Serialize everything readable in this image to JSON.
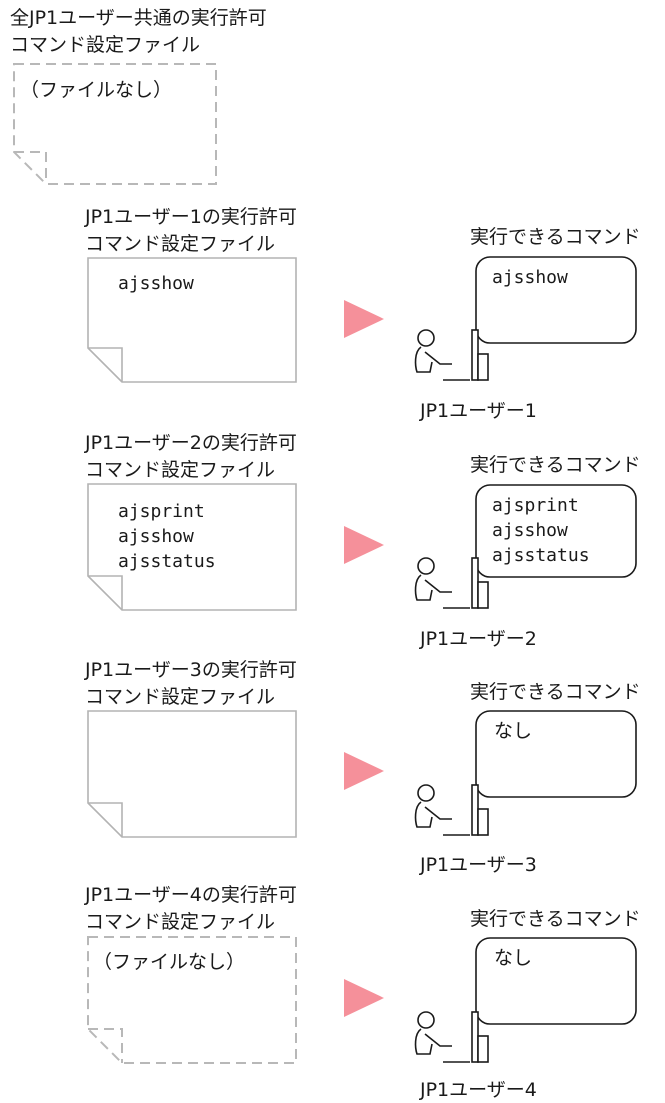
{
  "common_file": {
    "title_line1": "全JP1ユーザー共通の実行許可",
    "title_line2": "コマンド設定ファイル",
    "content": "（ファイルなし）"
  },
  "users": [
    {
      "file_title_line1": "JP1ユーザー1の実行許可",
      "file_title_line2": "コマンド設定ファイル",
      "file_lines": [
        "ajsshow"
      ],
      "file_exists": true,
      "result_heading": "実行できるコマンド",
      "result_lines": [
        "ajsshow"
      ],
      "user_label": "JP1ユーザー1"
    },
    {
      "file_title_line1": "JP1ユーザー2の実行許可",
      "file_title_line2": "コマンド設定ファイル",
      "file_lines": [
        "ajsprint",
        "ajsshow",
        "ajsstatus"
      ],
      "file_exists": true,
      "result_heading": "実行できるコマンド",
      "result_lines": [
        "ajsprint",
        "ajsshow",
        "ajsstatus"
      ],
      "user_label": "JP1ユーザー2"
    },
    {
      "file_title_line1": "JP1ユーザー3の実行許可",
      "file_title_line2": "コマンド設定ファイル",
      "file_lines": [],
      "file_exists": true,
      "result_heading": "実行できるコマンド",
      "result_lines": [
        "なし"
      ],
      "user_label": "JP1ユーザー3"
    },
    {
      "file_title_line1": "JP1ユーザー4の実行許可",
      "file_title_line2": "コマンド設定ファイル",
      "file_lines": [
        "（ファイルなし）"
      ],
      "file_exists": false,
      "result_heading": "実行できるコマンド",
      "result_lines": [
        "なし"
      ],
      "user_label": "JP1ユーザー4"
    }
  ],
  "colors": {
    "arrow": "#f5909a",
    "line": "#b3b3b3",
    "dashed": "#b8b8b8",
    "text": "#1a1a1a"
  }
}
